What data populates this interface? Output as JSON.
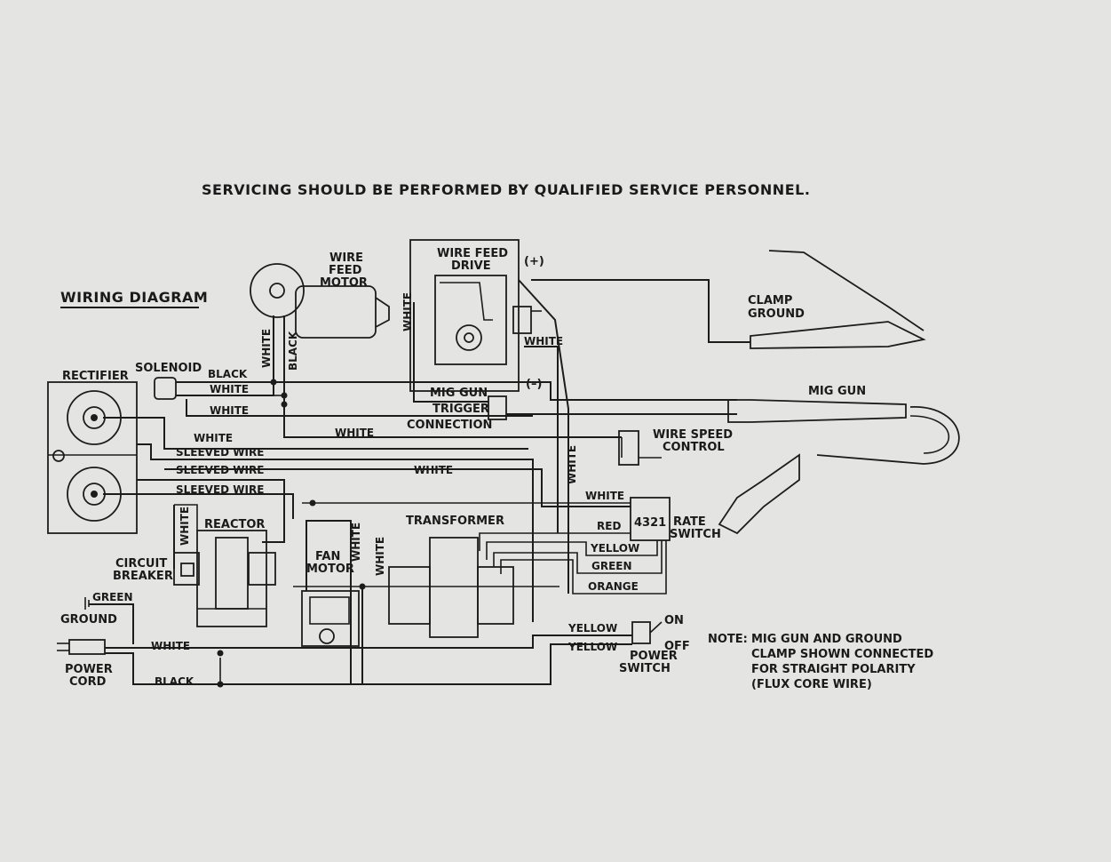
{
  "header": {
    "warning": "SERVICING SHOULD BE PERFORMED BY QUALIFIED SERVICE PERSONNEL.",
    "section_title": "WIRING DIAGRAM"
  },
  "components": {
    "rectifier": "RECTIFIER",
    "solenoid": "SOLENOID",
    "wire_feed_motor": [
      "WIRE",
      "FEED",
      "MOTOR"
    ],
    "wire_feed_drive": [
      "WIRE FEED",
      "DRIVE"
    ],
    "plus": "(+)",
    "minus": "(–)",
    "clamp_ground": [
      "CLAMP",
      "GROUND"
    ],
    "mig_gun_trigger": [
      "MIG GUN",
      "TRIGGER",
      "CONNECTION"
    ],
    "mig_gun": "MIG GUN",
    "wire_speed_control": [
      "WIRE SPEED",
      "CONTROL"
    ],
    "reactor": "REACTOR",
    "transformer": "TRANSFORMER",
    "fan_motor": [
      "FAN",
      "MOTOR"
    ],
    "circuit_breaker": [
      "CIRCUIT",
      "BREAKER"
    ],
    "ground": "GROUND",
    "power_cord": [
      "POWER",
      "CORD"
    ],
    "power_switch": [
      "POWER",
      "SWITCH"
    ],
    "on": "ON",
    "off": "OFF",
    "rate_switch": [
      "RATE",
      "SWITCH"
    ],
    "rate_positions": "4321"
  },
  "wires": {
    "black": "BLACK",
    "white": "WHITE",
    "sleeved": "SLEEVED WIRE",
    "green": "GREEN",
    "red": "RED",
    "yellow": "YELLOW",
    "orange": "ORANGE"
  },
  "note": {
    "label": "NOTE:",
    "lines": [
      "MIG GUN AND GROUND",
      "CLAMP SHOWN CONNECTED",
      "FOR STRAIGHT POLARITY",
      "(FLUX CORE WIRE)"
    ]
  }
}
